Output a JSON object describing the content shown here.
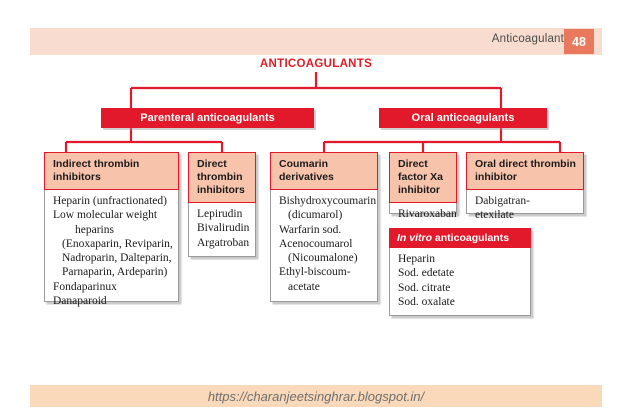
{
  "header": {
    "chapter_title": "Anticoagulants",
    "page_number": "48"
  },
  "colors": {
    "accent_red": "#e2192a",
    "header_band": "#f7dccf",
    "card_head": "#f8c3ab",
    "badge": "#e8795c",
    "footer_band": "#fad9ba"
  },
  "diagram": {
    "root_label": "ANTICOAGULANTS",
    "branches": [
      {
        "label": "Parenteral anticoagulants"
      },
      {
        "label": "Oral anticoagulants"
      }
    ],
    "cards": [
      {
        "title": "Indirect thrombin inhibitors",
        "items": [
          {
            "text": "Heparin (unfractionated)",
            "indent": 0
          },
          {
            "text": "Low molecular weight",
            "indent": 0
          },
          {
            "text": "heparins",
            "indent": 2
          },
          {
            "text": "(Enoxaparin, Reviparin,",
            "indent": 1
          },
          {
            "text": "Nadroparin, Dalteparin,",
            "indent": 1
          },
          {
            "text": "Parnaparin, Ardeparin)",
            "indent": 1
          },
          {
            "text": "Fondaparinux",
            "indent": 0
          },
          {
            "text": "Danaparoid",
            "indent": 0
          }
        ]
      },
      {
        "title": "Direct thrombin inhibitors",
        "items": [
          {
            "text": "Lepirudin",
            "indent": 0
          },
          {
            "text": "Bivalirudin",
            "indent": 0
          },
          {
            "text": "Argatroban",
            "indent": 0
          }
        ]
      },
      {
        "title": "Coumarin derivatives",
        "items": [
          {
            "text": "Bishydroxycoumarin",
            "indent": 0
          },
          {
            "text": "(dicumarol)",
            "indent": 1
          },
          {
            "text": "Warfarin sod.",
            "indent": 0
          },
          {
            "text": "Acenocoumarol",
            "indent": 0
          },
          {
            "text": "(Nicoumalone)",
            "indent": 1
          },
          {
            "text": "Ethyl-biscoum-",
            "indent": 0
          },
          {
            "text": "acetate",
            "indent": 1
          }
        ]
      },
      {
        "title": "Direct factor Xa inhibitor",
        "items": [
          {
            "text": "Rivaroxaban",
            "indent": 0
          }
        ]
      },
      {
        "title": "Oral direct thrombin inhibitor",
        "items": [
          {
            "text": "Dabigatran-",
            "indent": 0
          },
          {
            "text": "etexilate",
            "indent": 0
          }
        ]
      }
    ],
    "invitro": {
      "title_italic": "In vitro",
      "title_rest": " anticoagulants",
      "items": [
        {
          "text": "Heparin"
        },
        {
          "text": "Sod. edetate"
        },
        {
          "text": "Sod. citrate"
        },
        {
          "text": "Sod. oxalate"
        }
      ]
    }
  },
  "footer": {
    "url": "https://charanjeetsinghrar.blogspot.in/"
  }
}
